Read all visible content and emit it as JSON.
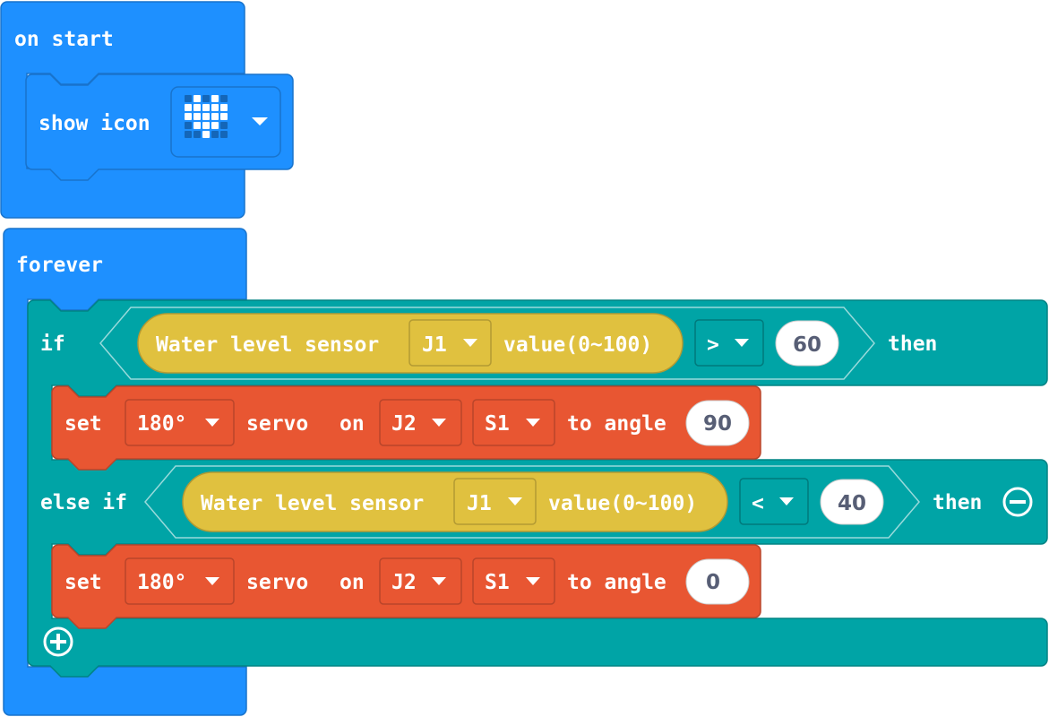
{
  "colors": {
    "basic_blue": "#1e90ff",
    "basic_blue_border": "#1873cc",
    "logic_teal": "#00a4a6",
    "logic_teal_border": "#008384",
    "servo_orange": "#e85632",
    "servo_orange_border": "#b9452a",
    "sensor_yellow": "#e0c13f",
    "sensor_yellow_border": "#b39a33"
  },
  "on_start": {
    "label": "on start",
    "show_icon": {
      "label": "show icon",
      "icon": "heart-icon",
      "icon_pattern": [
        [
          0,
          1,
          0,
          1,
          0
        ],
        [
          1,
          1,
          1,
          1,
          1
        ],
        [
          1,
          1,
          1,
          1,
          1
        ],
        [
          0,
          1,
          1,
          1,
          0
        ],
        [
          0,
          0,
          1,
          0,
          0
        ]
      ]
    }
  },
  "forever": {
    "label": "forever",
    "if_block": {
      "if_label": "if",
      "then_label": "then",
      "else_if_label": "else if",
      "condition1": {
        "sensor_label": "Water level sensor",
        "port": "J1",
        "value_label": "value(0~100)",
        "operator": ">",
        "compare_value": "60"
      },
      "action1": {
        "set_label": "set",
        "servo_type": "180°",
        "servo_label": "servo",
        "on_label": "on",
        "port": "J2",
        "slot": "S1",
        "angle_label": "to angle",
        "angle": "90"
      },
      "condition2": {
        "sensor_label": "Water level sensor",
        "port": "J1",
        "value_label": "value(0~100)",
        "operator": "<",
        "compare_value": "40"
      },
      "action2": {
        "set_label": "set",
        "servo_type": "180°",
        "servo_label": "servo",
        "on_label": "on",
        "port": "J2",
        "slot": "S1",
        "angle_label": "to angle",
        "angle": "0"
      }
    }
  }
}
